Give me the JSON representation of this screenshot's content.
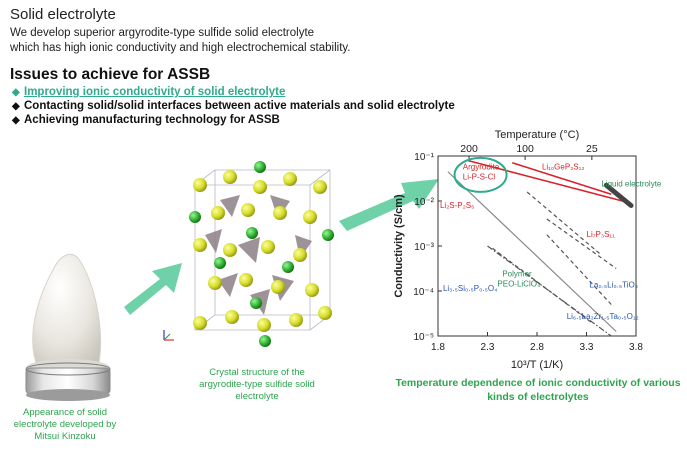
{
  "header": {
    "title": "Solid electrolyte",
    "intro_line1": "We develop superior argyrodite-type sulfide solid electrolyte",
    "intro_line2": "which has high ionic conductivity and high electrochemical stability."
  },
  "issues": {
    "heading": "Issues to achieve for ASSB",
    "items": [
      {
        "bullet": "◆",
        "text": "Improving ionic conductivity of solid electrolyte"
      },
      {
        "bullet": "◆",
        "text": "Contacting solid/solid interfaces between active materials and solid electrolyte"
      },
      {
        "bullet": "◆",
        "text": "Achieving manufacturing technology for ASSB"
      }
    ]
  },
  "captions": {
    "powder": "Appearance of solid electrolyte developed by Mitsui Kinzoku",
    "crystal": "Crystal structure of the argyrodite-type sulfide solid electrolyte",
    "chart": "Temperature dependence of ionic conductivity of various kinds of electrolytes"
  },
  "colors": {
    "accent": "#2faa8e",
    "caption_green": "#2ea44f",
    "arrow": "#6fd1a7",
    "red_line": "#d8232a",
    "blue_label": "#2a56b0",
    "green_label": "#2d8a5a"
  },
  "chart_data": {
    "type": "line",
    "title": "",
    "xlabel": "10³/T (1/K)",
    "ylabel": "Conductivity (S/cm)",
    "top_axis_label": "Temperature (°C)",
    "top_ticks": [
      "200",
      "100",
      "25"
    ],
    "xlim": [
      1.8,
      3.8
    ],
    "x_ticks": [
      "1.8",
      "2.3",
      "2.8",
      "3.3",
      "3.8"
    ],
    "y_log": true,
    "ylim": [
      -5,
      -1
    ],
    "y_ticks": [
      "10⁻¹",
      "10⁻²",
      "10⁻³",
      "10⁻⁴",
      "10⁻⁵"
    ],
    "series": [
      {
        "name": "Argyrodite Li-P-S-Cl",
        "color": "#d8232a",
        "style": "solid",
        "x": [
          2.1,
          3.75
        ],
        "y": [
          -1.1,
          -2.05
        ]
      },
      {
        "name": "Li₁₀GeP₂S₁₂",
        "color": "#d8232a",
        "style": "solid",
        "x": [
          2.55,
          3.55
        ],
        "y": [
          -1.15,
          -1.85
        ]
      },
      {
        "name": "Liquid electrolyte",
        "color": "#444444",
        "style": "thick",
        "x": [
          3.5,
          3.75
        ],
        "y": [
          -1.65,
          -2.1
        ]
      },
      {
        "name": "Li₂S-P₂S₅",
        "color": "#888888",
        "style": "solid",
        "x": [
          1.9,
          3.6
        ],
        "y": [
          -1.35,
          -4.9
        ]
      },
      {
        "name": "Li₇P₃S₁₁",
        "color": "#555555",
        "style": "dashed",
        "x": [
          2.7,
          3.45
        ],
        "y": [
          -1.8,
          -3.2
        ]
      },
      {
        "name": "Li₃.₅Si₀.₅P₀.₅O₄",
        "color": "#555555",
        "style": "dashdot",
        "x": [
          2.3,
          3.55
        ],
        "y": [
          -3.0,
          -5.0
        ]
      },
      {
        "name": "Polymer PEO-LiClO₄",
        "color": "#555555",
        "style": "dashed",
        "x": [
          2.35,
          3.35
        ],
        "y": [
          -3.05,
          -4.7
        ]
      },
      {
        "name": "La₀.₅Li₀.₅TiO₃",
        "color": "#555555",
        "style": "dashed",
        "x": [
          2.9,
          3.6
        ],
        "y": [
          -2.4,
          -3.5
        ]
      },
      {
        "name": "Li₆.₅La₃Zr₁.₅Ta₀.₅O₁₂",
        "color": "#555555",
        "style": "dashed",
        "x": [
          2.9,
          3.55
        ],
        "y": [
          -2.75,
          -4.3
        ]
      }
    ],
    "labels": [
      {
        "text": "Argyrodite",
        "x": 2.05,
        "y": -1.3,
        "color": "#d8232a"
      },
      {
        "text": "Li-P-S-Cl",
        "x": 2.05,
        "y": -1.52,
        "color": "#d8232a"
      },
      {
        "text": "Li₁₀GeP₂S₁₂",
        "x": 2.85,
        "y": -1.3,
        "color": "#d8232a"
      },
      {
        "text": "Liquid electrolyte",
        "x": 3.45,
        "y": -1.68,
        "color": "#2d8a5a"
      },
      {
        "text": "Li₂S-P₂S₅",
        "x": 1.82,
        "y": -2.15,
        "color": "#d8232a"
      },
      {
        "text": "Li₇P₃S₁₁",
        "x": 3.3,
        "y": -2.8,
        "color": "#d8232a"
      },
      {
        "text": "Polymer",
        "x": 2.45,
        "y": -3.68,
        "color": "#2d8a5a"
      },
      {
        "text": "PEO-LiClO₄",
        "x": 2.4,
        "y": -3.9,
        "color": "#2d8a5a"
      },
      {
        "text": "La₀.₅Li₀.₅TiO₃",
        "x": 3.33,
        "y": -3.92,
        "color": "#2a56b0"
      },
      {
        "text": "Li₃.₅Si₀.₅P₀.₅O₄",
        "x": 1.85,
        "y": -4.0,
        "color": "#2a56b0"
      },
      {
        "text": "Li₆.₅La₃Zr₁.₅Ta₀.₅O₁₂",
        "x": 3.1,
        "y": -4.62,
        "color": "#2a56b0"
      }
    ]
  }
}
